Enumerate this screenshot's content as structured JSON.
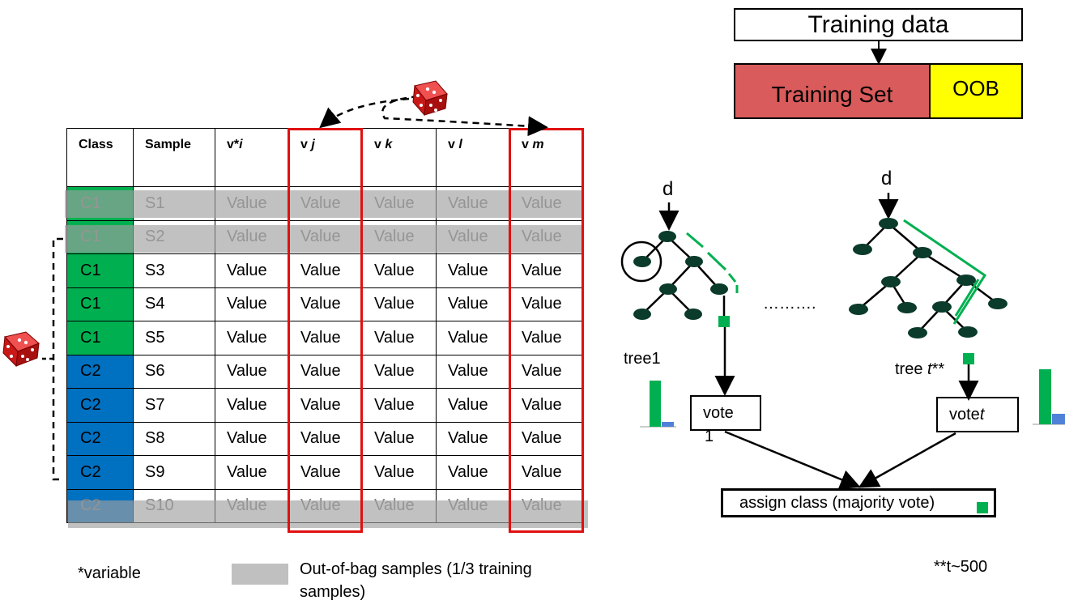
{
  "table": {
    "headers": [
      "Class",
      "Sample",
      "v*",
      "v",
      "v",
      "v",
      "v"
    ],
    "header_italics": [
      "",
      "",
      "i",
      "j",
      "k",
      "l",
      "m"
    ],
    "rows": [
      {
        "class": "C1",
        "sample": "S1",
        "values": [
          "Value",
          "Value",
          "Value",
          "Value",
          "Value"
        ]
      },
      {
        "class": "C1",
        "sample": "S2",
        "values": [
          "Value",
          "Value",
          "Value",
          "Value",
          "Value"
        ]
      },
      {
        "class": "C1",
        "sample": "S3",
        "values": [
          "Value",
          "Value",
          "Value",
          "Value",
          "Value"
        ]
      },
      {
        "class": "C1",
        "sample": "S4",
        "values": [
          "Value",
          "Value",
          "Value",
          "Value",
          "Value"
        ]
      },
      {
        "class": "C1",
        "sample": "S5",
        "values": [
          "Value",
          "Value",
          "Value",
          "Value",
          "Value"
        ]
      },
      {
        "class": "C2",
        "sample": "S6",
        "values": [
          "Value",
          "Value",
          "Value",
          "Value",
          "Value"
        ]
      },
      {
        "class": "C2",
        "sample": "S7",
        "values": [
          "Value",
          "Value",
          "Value",
          "Value",
          "Value"
        ]
      },
      {
        "class": "C2",
        "sample": "S8",
        "values": [
          "Value",
          "Value",
          "Value",
          "Value",
          "Value"
        ]
      },
      {
        "class": "C2",
        "sample": "S9",
        "values": [
          "Value",
          "Value",
          "Value",
          "Value",
          "Value"
        ]
      },
      {
        "class": "C2",
        "sample": "S10",
        "values": [
          "Value",
          "Value",
          "Value",
          "Value",
          "Value"
        ]
      }
    ],
    "oob_rows": [
      0,
      1,
      9
    ]
  },
  "boxes": {
    "training_data": "Training data",
    "training_set": "Training  Set",
    "oob": "OOB"
  },
  "trees": {
    "input_label": "d",
    "ellipsis": "……….",
    "tree1_label": "tree1",
    "treet_label": "tree ",
    "treet_italic": "t",
    "treet_suffix": "**",
    "vote1": "vote",
    "vote1_num": "1",
    "votet": "vote ",
    "votet_italic": "t",
    "assign": "assign class (majority vote)"
  },
  "legend": {
    "variable_note": "*variable",
    "oob_text_line1": "Out-of-bag samples (1/3 training",
    "oob_text_line2": "samples)",
    "t_note": "**t~500"
  },
  "colors": {
    "class1": "#00b050",
    "class2": "#0070c0",
    "highlight": "#e01010",
    "training_set": "#d95b5b",
    "oob": "#ffff00",
    "node": "#0b3b2a",
    "path": "#00b050",
    "bar_other": "#4f81d8"
  },
  "icons": [
    "dice-icon",
    "dice-icon"
  ]
}
